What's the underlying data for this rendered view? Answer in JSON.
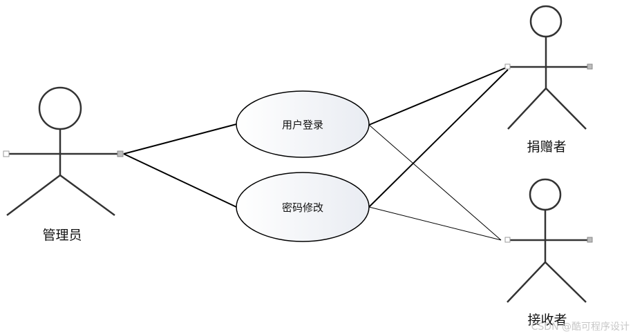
{
  "diagram": {
    "type": "use-case",
    "actors": [
      {
        "id": "admin",
        "label": "管理员"
      },
      {
        "id": "donor",
        "label": "捐赠者"
      },
      {
        "id": "receiver",
        "label": "接收者"
      }
    ],
    "use_cases": [
      {
        "id": "login",
        "label": "用户登录"
      },
      {
        "id": "pwd",
        "label": "密码修改"
      }
    ],
    "associations": [
      {
        "from": "admin",
        "to": "login"
      },
      {
        "from": "admin",
        "to": "pwd"
      },
      {
        "from": "donor",
        "to": "login"
      },
      {
        "from": "donor",
        "to": "pwd"
      },
      {
        "from": "receiver",
        "to": "login"
      },
      {
        "from": "receiver",
        "to": "pwd"
      }
    ],
    "watermark": "CSDN @酷可程序设计"
  }
}
